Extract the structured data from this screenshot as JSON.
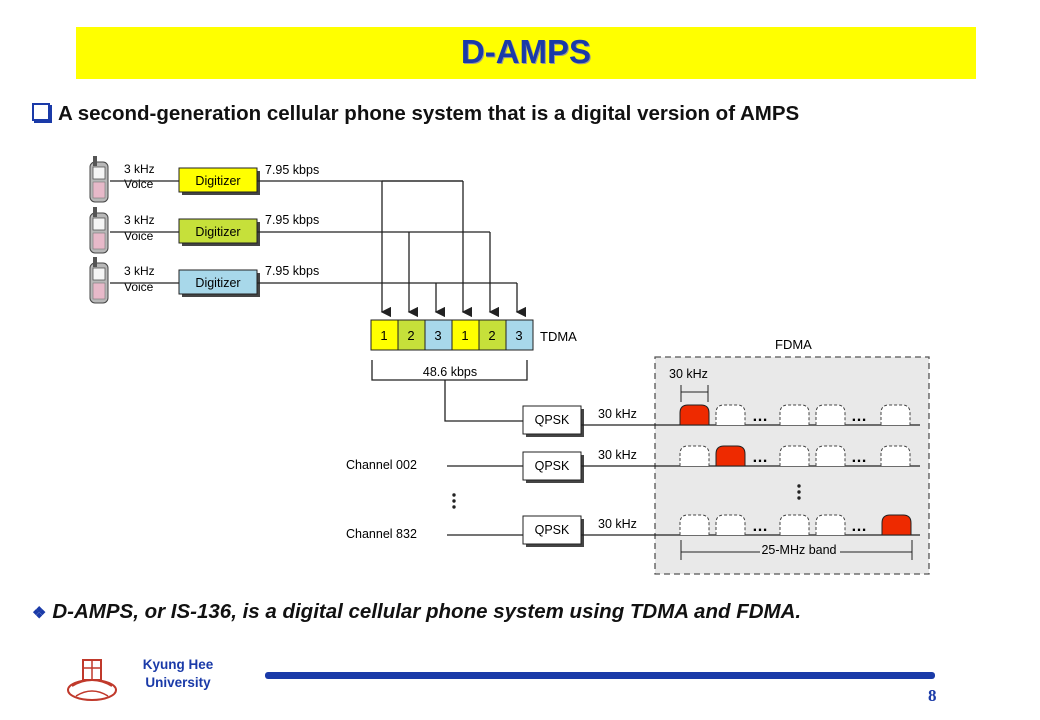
{
  "slide": {
    "title": "D-AMPS",
    "bullet1": "A second-generation cellular phone system that is a digital version of AMPS",
    "bullet2": "D-AMPS, or IS-136, is a digital cellular phone system using TDMA and FDMA.",
    "university": "Kyung Hee University",
    "page_number": "8"
  },
  "diagram": {
    "voice_label_line1": "3 kHz",
    "voice_label_line2": "Voice",
    "digitizer_label": "Digitizer",
    "rate_label": "7.95 kbps",
    "tdma_slots": [
      "1",
      "2",
      "3",
      "1",
      "2",
      "3"
    ],
    "tdma_label": "TDMA",
    "tdma_rate": "48.6 kbps",
    "fdma_label": "FDMA",
    "band_label": "30 kHz",
    "modulator_label": "QPSK",
    "channel_002": "Channel 002",
    "channel_832": "Channel 832",
    "band_total": "25-MHz band",
    "colors": {
      "yellow": "#ffff00",
      "green": "#c6e03a",
      "blue": "#a8d8ea",
      "red": "#ee2a00",
      "accent": "#1a3aa8"
    }
  }
}
